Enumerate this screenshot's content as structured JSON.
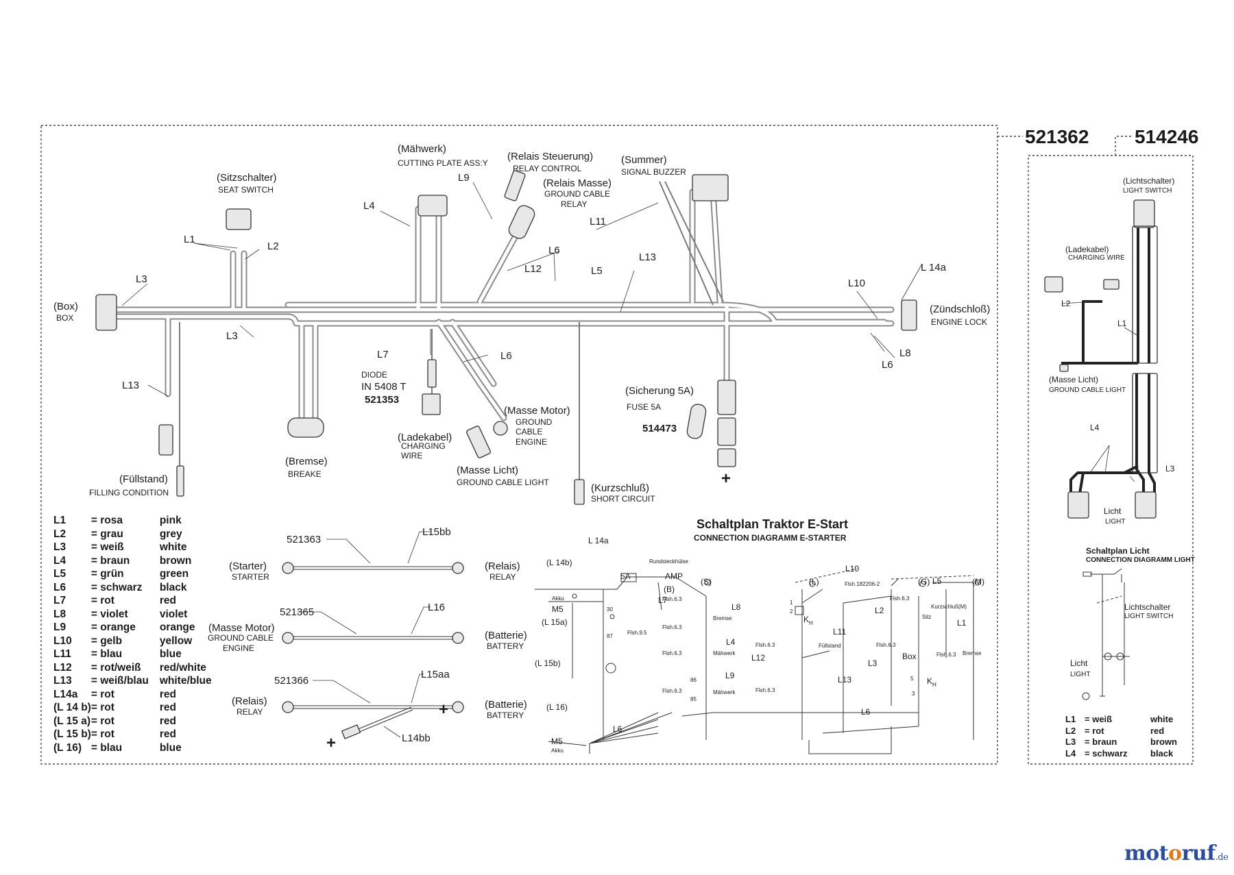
{
  "part_numbers": {
    "main": "521362",
    "light_kit": "514246",
    "diode": "521353",
    "fuse": "514473",
    "cable_starter": "521363",
    "cable_ground": "521365",
    "cable_relay": "521366"
  },
  "components": {
    "box": {
      "de": "(Box)",
      "en": "BOX"
    },
    "seat_switch": {
      "de": "(Sitzschalter)",
      "en": "SEAT SWITCH"
    },
    "cutting_plate": {
      "de": "(Mähwerk)",
      "en": "CUTTING PLATE ASS:Y"
    },
    "relay_control": {
      "de": "(Relais Steuerung)",
      "en": "RELAY CONTROL"
    },
    "relay_ground": {
      "de": "(Relais Masse)",
      "en1": "GROUND CABLE",
      "en2": "RELAY"
    },
    "buzzer": {
      "de": "(Summer)",
      "en": "SIGNAL BUZZER"
    },
    "engine_lock": {
      "de": "(Zündschloß)",
      "en": "ENGINE LOCK"
    },
    "diode": {
      "de": "DIODE",
      "en": "IN 5408 T"
    },
    "charging": {
      "de": "(Ladekabel)",
      "en1": "CHARGING",
      "en2": "WIRE"
    },
    "ground_engine": {
      "de": "(Masse Motor)",
      "en1": "GROUND",
      "en2": "CABLE",
      "en3": "ENGINE"
    },
    "ground_light": {
      "de": "(Masse Licht)",
      "en": "GROUND CABLE LIGHT"
    },
    "fuse": {
      "de": "(Sicherung 5A)",
      "en": "FUSE 5A"
    },
    "short_circuit": {
      "de": "(Kurzschluß)",
      "en": "SHORT CIRCUIT"
    },
    "brake": {
      "de": "(Bremse)",
      "en": "BREAKE"
    },
    "filling": {
      "de": "(Füllstand)",
      "en": "FILLING CONDITION"
    },
    "plus": "+"
  },
  "wire_labels": {
    "L1": "L1",
    "L2": "L2",
    "L3": "L3",
    "L4": "L4",
    "L5": "L5",
    "L6": "L6",
    "L7": "L7",
    "L8": "L8",
    "L9": "L9",
    "L10": "L10",
    "L11": "L11",
    "L12": "L12",
    "L13": "L13",
    "L14a": "L 14a",
    "L14bb": "L14bb",
    "L15aa": "L15aa",
    "L15bb": "L15bb",
    "L16": "L16"
  },
  "cables": {
    "starter": {
      "de": "(Starter)",
      "en": "STARTER"
    },
    "relay": {
      "de": "(Relais)",
      "en": "RELAY"
    },
    "ground_engine": {
      "de": "(Masse Motor)",
      "en1": "GROUND CABLE",
      "en2": "ENGINE"
    },
    "battery": {
      "de": "(Batterie)",
      "en": "BATTERY"
    }
  },
  "legend": [
    {
      "code": "L1",
      "de": "= rosa",
      "en": "pink"
    },
    {
      "code": "L2",
      "de": "= grau",
      "en": "grey"
    },
    {
      "code": "L3",
      "de": "= weiß",
      "en": "white"
    },
    {
      "code": "L4",
      "de": "= braun",
      "en": "brown"
    },
    {
      "code": "L5",
      "de": "= grün",
      "en": "green"
    },
    {
      "code": "L6",
      "de": "= schwarz",
      "en": "black"
    },
    {
      "code": "L7",
      "de": "= rot",
      "en": "red"
    },
    {
      "code": "L8",
      "de": "= violet",
      "en": "violet"
    },
    {
      "code": "L9",
      "de": "= orange",
      "en": "orange"
    },
    {
      "code": "L10",
      "de": "= gelb",
      "en": "yellow"
    },
    {
      "code": "L11",
      "de": "= blau",
      "en": "blue"
    },
    {
      "code": "L12",
      "de": "= rot/weiß",
      "en": "red/white"
    },
    {
      "code": "L13",
      "de": "= weiß/blau",
      "en": "white/blue"
    },
    {
      "code": "L14a",
      "de": "= rot",
      "en": "red"
    },
    {
      "code": "(L 14 b)",
      "de": "= rot",
      "en": "red"
    },
    {
      "code": "(L 15 a)",
      "de": "= rot",
      "en": "red"
    },
    {
      "code": "(L 15 b)",
      "de": "= rot",
      "en": "red"
    },
    {
      "code": "(L 16)",
      "de": "= blau",
      "en": "blue"
    }
  ],
  "schematic": {
    "title": "Schaltplan Traktor E-Start",
    "subtitle": "CONNECTION DIAGRAMM E-STARTER",
    "labels": {
      "l14a": "L 14a",
      "l14b": "(L 14b)",
      "l15a": "(L 15a)",
      "l15b": "(L 15b)",
      "l16": "(L 16)",
      "fuse": "5A",
      "amp": "AMP",
      "rund": "Rundsteckhülse",
      "b": "(B)",
      "s": "(S)",
      "l": "(L)",
      "g": "(G)",
      "m": "(M)",
      "m5a": "M5",
      "m5b": "M5",
      "akku": "Akku",
      "akku2": "Akku",
      "t30": "30",
      "t87": "87",
      "t86": "86",
      "t85": "85",
      "flsh95": "Flsh.9.5",
      "flsh63": "Flsh.6.3",
      "flsh182": "Flsh.182206-2",
      "bremse": "Bremse",
      "maehwerk": "Mähwerk",
      "fuellstand": "Füllstand",
      "kurz": "Kurzschluß(M)",
      "sitz": "Sitz",
      "box": "Box",
      "bremse2": "Bremse",
      "kh": "K",
      "kh_sub": "H",
      "one": "1",
      "two": "2",
      "five": "5",
      "three": "3"
    }
  },
  "light": {
    "switch": {
      "de": "(Lichtschalter)",
      "en": "LIGHT SWITCH"
    },
    "charging": {
      "de": "(Ladekabel)",
      "en": "CHARGING WIRE"
    },
    "ground": {
      "de": "(Masse Licht)",
      "en": "GROUND CABLE LIGHT"
    },
    "licht": {
      "de": "Licht",
      "en": "LIGHT"
    },
    "schematic_title": "Schaltplan Licht",
    "schematic_subtitle": "CONNECTION DIAGRAMM LIGHT",
    "sch_switch": {
      "de": "Lichtschalter",
      "en": "LIGHT SWITCH"
    },
    "sch_licht": {
      "de": "Licht",
      "en": "LIGHT"
    },
    "legend": [
      {
        "code": "L1",
        "de": "= weiß",
        "en": "white"
      },
      {
        "code": "L2",
        "de": "= rot",
        "en": "red"
      },
      {
        "code": "L3",
        "de": "= braun",
        "en": "brown"
      },
      {
        "code": "L4",
        "de": "= schwarz",
        "en": "black"
      }
    ]
  },
  "logo": {
    "m": "mot",
    "o": "o",
    "rest": "ruf",
    "tld": ".de"
  },
  "colors": {
    "harness": "#8a8a8a",
    "frame": "#444444",
    "logo_blue": "#2b4d9a",
    "logo_orange": "#e07a1f"
  }
}
